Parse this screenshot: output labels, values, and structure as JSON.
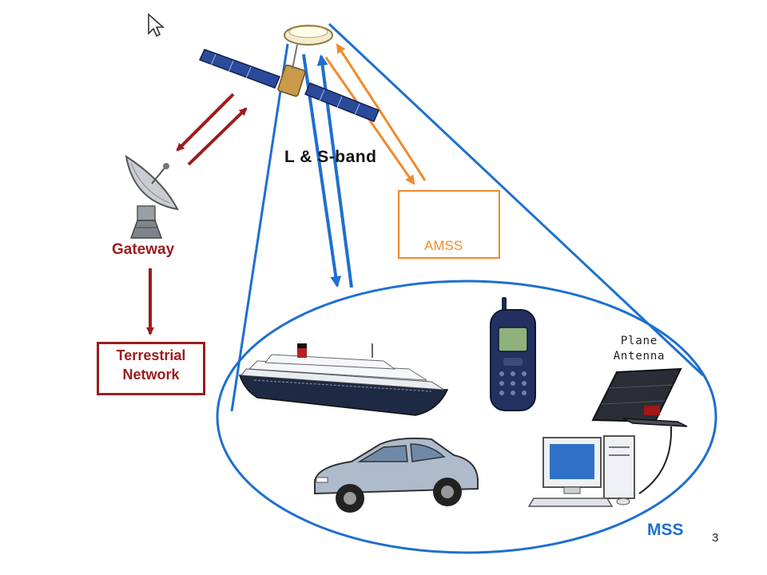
{
  "labels": {
    "gateway": "Gateway",
    "band": "L & S-band",
    "amss": "AMSS",
    "terrestrial_network": "Terrestrial Network",
    "plane_antenna": "Plane Antenna",
    "mss": "MSS",
    "page_number": "3"
  },
  "colors": {
    "gateway_link": "#9b1c1c",
    "aircraft_link": "#f08a2c",
    "mss_coverage": "#1e6fcf"
  },
  "icons": [
    "mouse-cursor-icon",
    "satellite-icon",
    "satellite-dish-icon",
    "airplane-icon",
    "cruise-ship-icon",
    "mobile-phone-icon",
    "car-icon",
    "desktop-computer-icon",
    "flat-panel-antenna-icon"
  ]
}
